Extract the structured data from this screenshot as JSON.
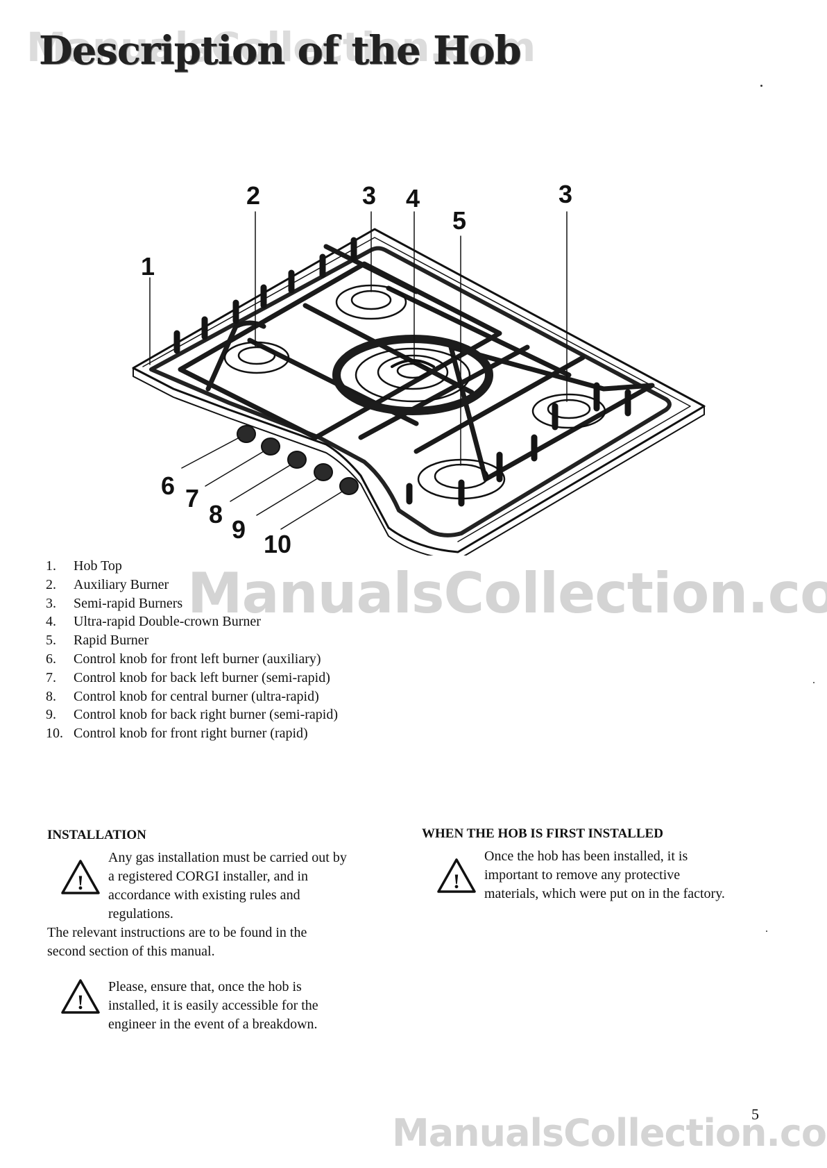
{
  "watermark": "ManualsCollection.com",
  "title": "Description of the Hob",
  "callouts": [
    "1",
    "2",
    "3",
    "4",
    "5",
    "3",
    "6",
    "7",
    "8",
    "9",
    "10"
  ],
  "parts": [
    {
      "num": "1.",
      "label": "Hob Top"
    },
    {
      "num": "2.",
      "label": "Auxiliary Burner"
    },
    {
      "num": "3.",
      "label": "Semi-rapid Burners"
    },
    {
      "num": "4.",
      "label": "Ultra-rapid Double-crown Burner"
    },
    {
      "num": "5.",
      "label": "Rapid Burner"
    },
    {
      "num": "6.",
      "label": "Control knob for front left burner (auxiliary)"
    },
    {
      "num": "7.",
      "label": "Control knob for back left burner (semi-rapid)"
    },
    {
      "num": "8.",
      "label": "Control knob for central burner (ultra-rapid)"
    },
    {
      "num": "9.",
      "label": "Control knob for back right burner (semi-rapid)"
    },
    {
      "num": "10.",
      "label": "Control knob for front right burner (rapid)"
    }
  ],
  "installation": {
    "heading": "INSTALLATION",
    "warning1": [
      "Any gas installation must be carried out by",
      "a registered CORGI installer, and in",
      "accordance with existing rules and",
      "regulations."
    ],
    "para": [
      "The relevant instructions are to be found in the",
      "second section of this manual."
    ],
    "warning2": [
      "Please, ensure that, once the hob is",
      "installed, it is easily accessible for the",
      "engineer in the event of a breakdown."
    ]
  },
  "first_installed": {
    "heading": "WHEN THE HOB IS FIRST INSTALLED",
    "warning": [
      "Once the hob has been installed, it is",
      "important to remove any protective",
      "materials, which were put on in the factory."
    ]
  },
  "page_number": "5",
  "icons": {
    "warning": "warning-triangle-icon"
  }
}
